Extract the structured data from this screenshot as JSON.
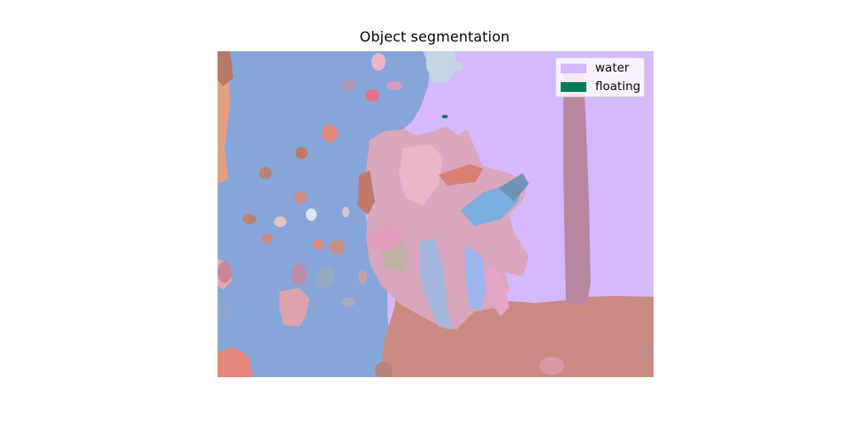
{
  "figure": {
    "title": "Object segmentation"
  },
  "legend": {
    "items": [
      {
        "label": "water",
        "color": "#d5b8ff"
      },
      {
        "label": "floating",
        "color": "#007a5a"
      }
    ]
  },
  "colors": {
    "water_right": "#d5b8ff",
    "water_left": "#86a6d9",
    "ground": "#c98b7f",
    "trunk": "#b6879f",
    "coral": "#d9a8bd",
    "floating": "#007a5a"
  }
}
